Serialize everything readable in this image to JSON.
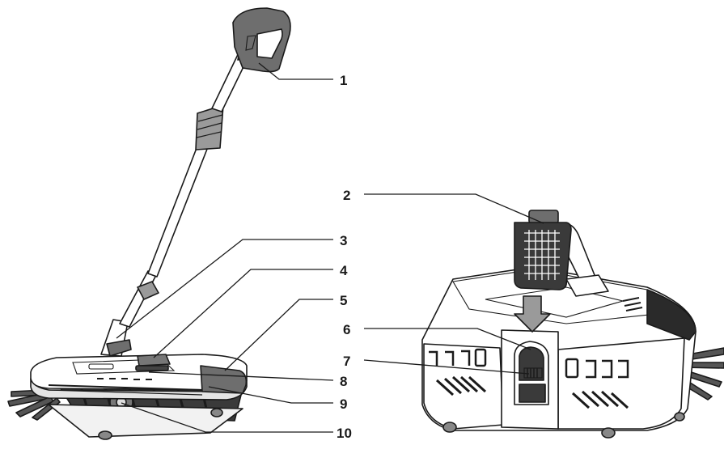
{
  "callouts": [
    {
      "id": "1",
      "label": "1"
    },
    {
      "id": "2",
      "label": "2"
    },
    {
      "id": "3",
      "label": "3"
    },
    {
      "id": "4",
      "label": "4"
    },
    {
      "id": "5",
      "label": "5"
    },
    {
      "id": "6",
      "label": "6"
    },
    {
      "id": "7",
      "label": "7"
    },
    {
      "id": "8",
      "label": "8"
    },
    {
      "id": "9",
      "label": "9"
    },
    {
      "id": "10",
      "label": "10"
    }
  ],
  "colors": {
    "outline": "#1a1a1a",
    "dark_part": "#6e6e6e",
    "mid_part": "#9a9a9a",
    "light_part": "#d9d9d9",
    "body": "#ffffff"
  }
}
